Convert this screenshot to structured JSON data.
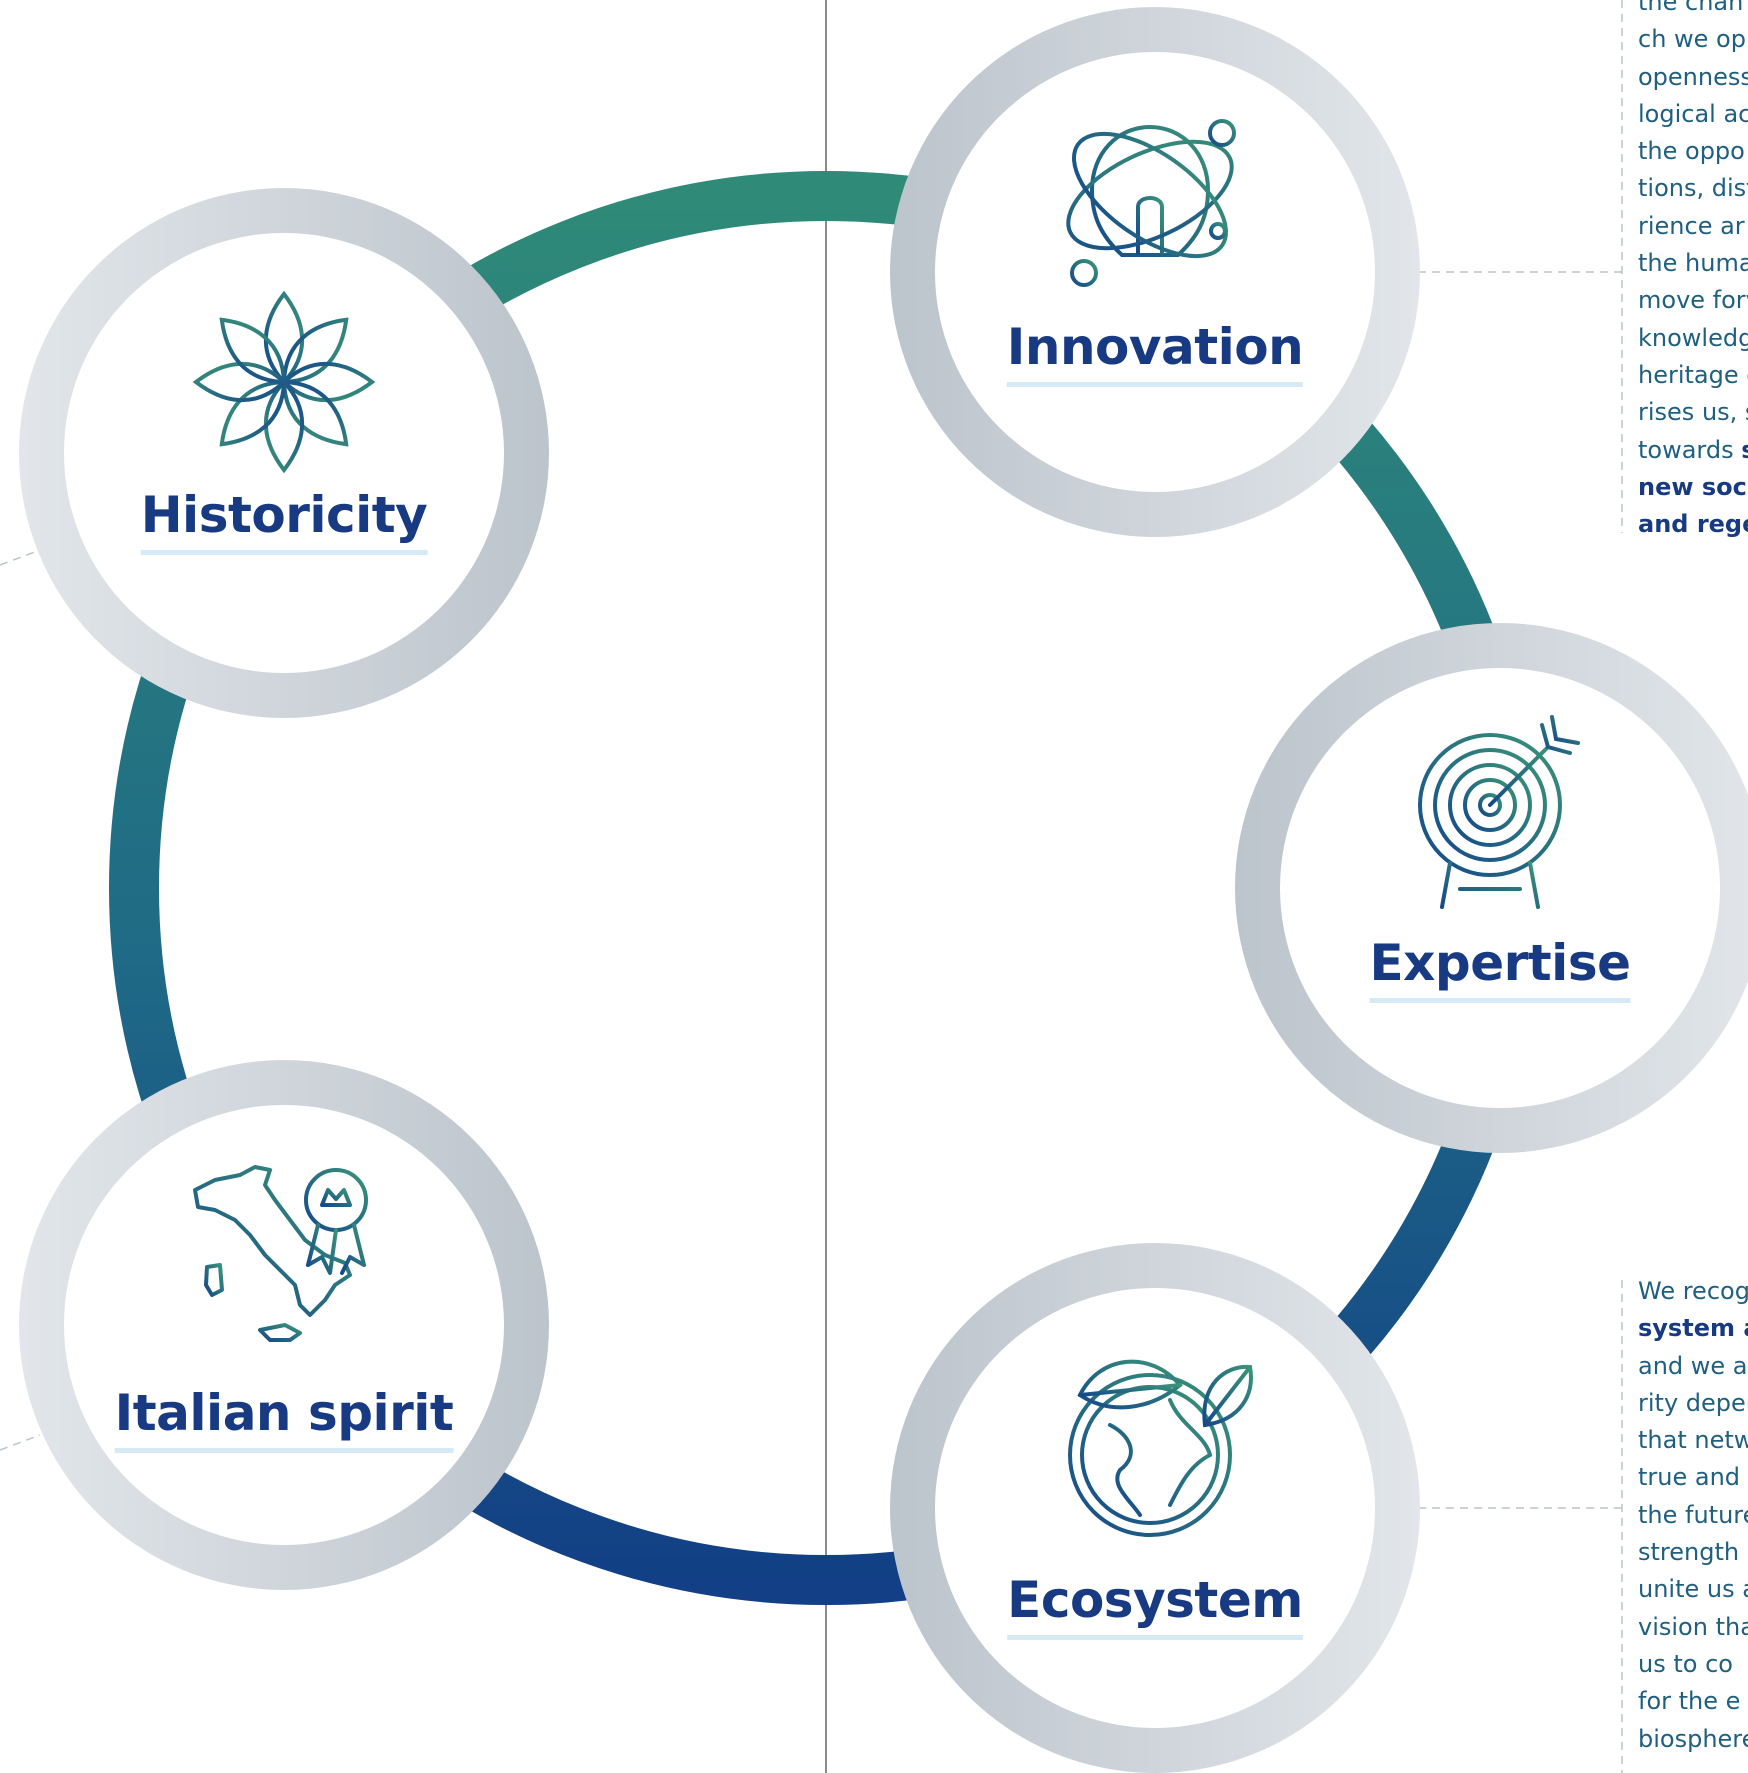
{
  "colors": {
    "ring_gradient_top": "#2f8a78",
    "ring_gradient_bottom": "#123f85",
    "node_outer": "#c4cbd2",
    "node_inner": "#ffffff",
    "label": "#173a82",
    "label_underline": "#d6eaf6",
    "icon_gradient": [
      "#15498a",
      "#3a9478"
    ],
    "text": "#1f5f80",
    "connector": "#b9c4ce"
  },
  "nodes": [
    {
      "id": "historicity",
      "label": "Historicity",
      "icon": "flower-icon"
    },
    {
      "id": "innovation",
      "label": "Innovation",
      "icon": "lightbulb-atom-icon"
    },
    {
      "id": "expertise",
      "label": "Expertise",
      "icon": "target-arrow-icon"
    },
    {
      "id": "ecosystem",
      "label": "Ecosystem",
      "icon": "globe-leaves-icon"
    },
    {
      "id": "italian_spirit",
      "label": "Italian spirit",
      "icon": "italy-map-badge-icon"
    }
  ],
  "text_innovation": [
    {
      "text": "the  chan",
      "bold": false
    },
    {
      "text": "ch we op",
      "bold": false
    },
    {
      "text": "openness",
      "bold": false
    },
    {
      "text": "logical  ac",
      "bold": false
    },
    {
      "text": "the  oppo",
      "bold": false
    },
    {
      "text": "tions, dist",
      "bold": false
    },
    {
      "text": "rience  ar",
      "bold": false
    },
    {
      "text": "the  huma",
      "bold": false
    },
    {
      "text": "move forv",
      "bold": false
    },
    {
      "text": "knowledg",
      "bold": false
    },
    {
      "text": "heritage o",
      "bold": false
    },
    {
      "text": "rises us, s",
      "bold": false
    },
    {
      "text": "towards ",
      "bold": false,
      "tail": "s"
    },
    {
      "text": "new  soc",
      "bold": true
    },
    {
      "text": "and rege",
      "bold": true
    }
  ],
  "text_ecosystem": [
    {
      "text": "We recog",
      "bold": false
    },
    {
      "text": "system  a",
      "bold": true
    },
    {
      "text": "and we a",
      "bold": false
    },
    {
      "text": "rity deper",
      "bold": false
    },
    {
      "text": "that netw",
      "bold": false
    },
    {
      "text": "true and",
      "bold": false
    },
    {
      "text": "the  future",
      "bold": false
    },
    {
      "text": "strength",
      "bold": false
    },
    {
      "text": "unite us a",
      "bold": false
    },
    {
      "text": "vision  tha",
      "bold": false
    },
    {
      "text": "us  to  co",
      "bold": false
    },
    {
      "text": "for  the  e",
      "bold": false
    },
    {
      "text": "biosphere",
      "bold": false
    }
  ]
}
